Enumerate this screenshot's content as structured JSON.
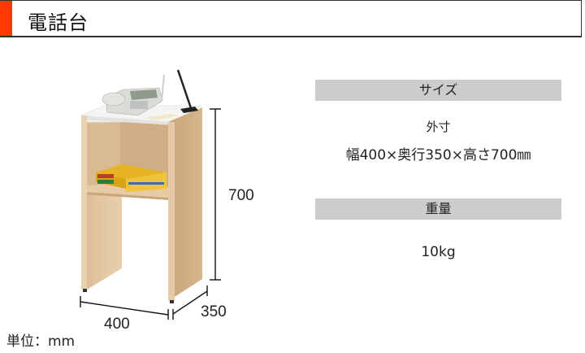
{
  "header": {
    "title": "電話台",
    "accent_color": "#ff3b00"
  },
  "illustration": {
    "subject": "telephone-stand",
    "items_on_top": [
      "telephone",
      "pen-stand",
      "memo-pad"
    ],
    "items_on_shelf": [
      "books"
    ]
  },
  "dimensions": {
    "height_label": "700",
    "width_label": "400",
    "depth_label": "350",
    "unit_note": "単位：mm"
  },
  "specs": {
    "size_header": "サイズ",
    "outer_label": "外寸",
    "outer_value": "幅400×奥行350×高さ700㎜",
    "weight_header": "重量",
    "weight_value": "10kg"
  }
}
